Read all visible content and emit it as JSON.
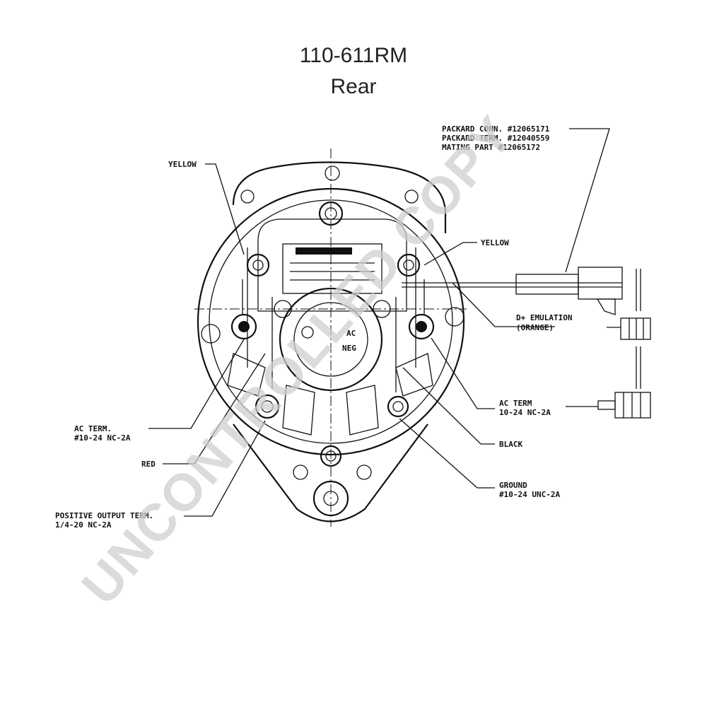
{
  "title": {
    "line1": "110-611RM",
    "line2": "Rear"
  },
  "labels": {
    "yellow_top": "YELLOW",
    "packard_conn": "PACKARD CONN. #12065171",
    "packard_term": "PACKARD TERM. #12040559",
    "mating_part": "MATING PART #12065172",
    "yellow_right": "YELLOW",
    "d_emulation": "D+ EMULATION",
    "d_emulation_color": "(ORANGE)",
    "ac_term_right": "AC TERM",
    "ac_term_right_spec": "10-24 NC-2A",
    "black": "BLACK",
    "ground": "GROUND",
    "ground_spec": "#10-24 UNC-2A",
    "ac_term_left": "AC TERM.",
    "ac_term_left_spec": "#10-24 NC-2A",
    "red": "RED",
    "positive_output": "POSITIVE OUTPUT TERM.",
    "positive_output_spec": "1/4-20 NC-2A",
    "regulator_ac": "AC",
    "regulator_neg": "NEG"
  },
  "watermark": "UNCONTROLLED COPY"
}
